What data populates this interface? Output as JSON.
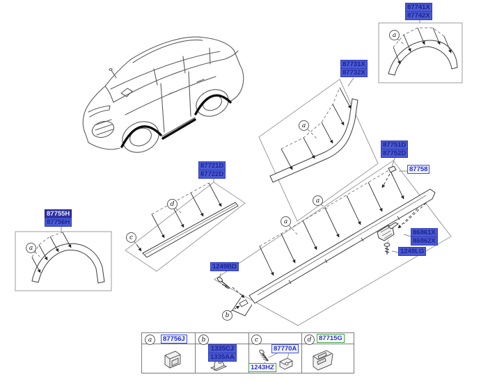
{
  "colors": {
    "highlight_bg": "#4a5ad2",
    "highlight_text": "#1e2490",
    "selected_bg": "#2e319e",
    "selected_text": "#e6e9ff",
    "link_text": "#2330cc",
    "green_border": "#3aa23a",
    "frame_gray": "#9b9b9b"
  },
  "labels": {
    "rear_arch": [
      "87741X",
      "87742X"
    ],
    "quarter": [
      "87731X",
      "87732X"
    ],
    "door": [
      "87721D",
      "87722D"
    ],
    "sill": [
      "87751D",
      "87752D"
    ],
    "front_arch": [
      "87755H",
      "87756H"
    ],
    "clip": "87758",
    "bracket": [
      "86861X",
      "86862X"
    ],
    "bolt_lg": "1249LG",
    "bolt_bd": "1249BD"
  },
  "callouts": {
    "rear_arch": "a",
    "quarter": "a",
    "door_d": "d",
    "door_c": "c",
    "front_arch": "a",
    "sill_a1": "a",
    "sill_a2": "a",
    "sill_b": "b"
  },
  "legend": [
    {
      "key": "a",
      "parts": [
        "87756J"
      ]
    },
    {
      "key": "b",
      "parts": [
        "1335CJ",
        "1335AA"
      ]
    },
    {
      "key": "c",
      "parts": [
        "87770A",
        "1243HZ"
      ]
    },
    {
      "key": "d",
      "parts": [
        "87715G"
      ]
    }
  ]
}
